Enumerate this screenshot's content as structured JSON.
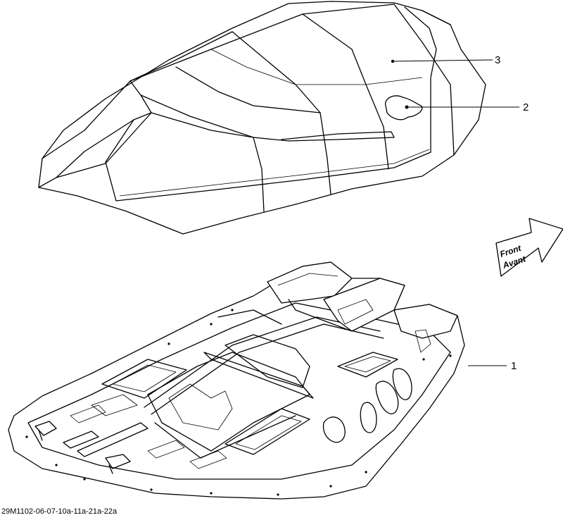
{
  "callouts": [
    {
      "id": "1",
      "label": "1"
    },
    {
      "id": "2",
      "label": "2"
    },
    {
      "id": "3",
      "label": "3"
    }
  ],
  "direction_arrow": {
    "line1": "Front",
    "line2": "Avant"
  },
  "reference_code": "29M1102-06-07-10a-11a-21a-22a"
}
